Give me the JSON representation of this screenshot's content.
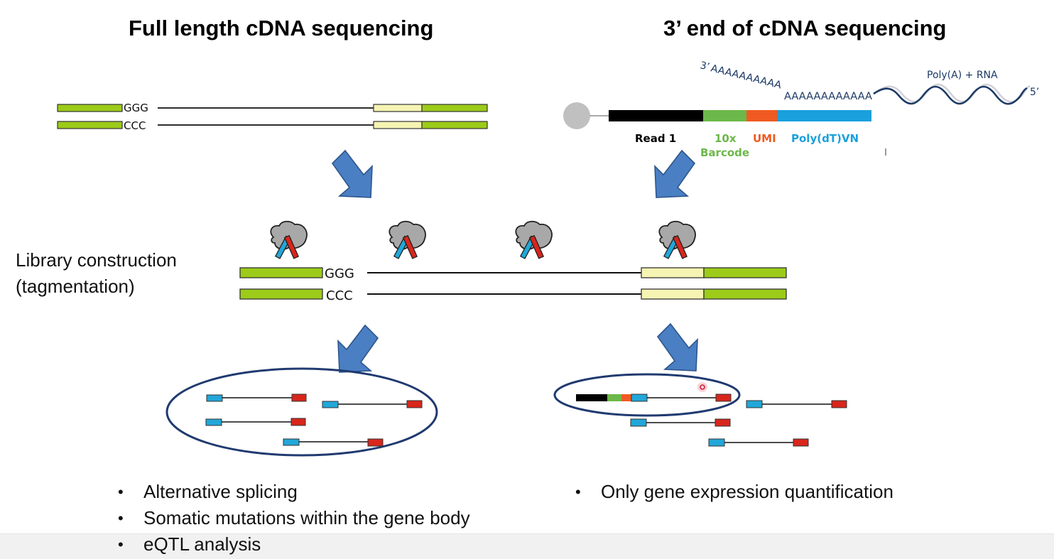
{
  "titles": {
    "left": "Full length cDNA sequencing",
    "right": "3’ end of cDNA sequencing"
  },
  "library_label": {
    "line1": "Library construction",
    "line2": "(tagmentation)"
  },
  "strand_labels": {
    "top": "GGG",
    "bottom": "CCC"
  },
  "bead_construct": {
    "polyA_tail_3prime": "3’",
    "polyA_curved": "AAAAAAAAAA",
    "polyA_straight": "AAAAAAAAAAAA",
    "rna_label": "Poly(A) + RNA",
    "five_prime": "5’",
    "segments": [
      {
        "name": "Read 1",
        "label_line1": "Read 1",
        "label_line2": "",
        "color": "#000000"
      },
      {
        "name": "10x Barcode",
        "label_line1": "10x",
        "label_line2": "Barcode",
        "color": "#6cb84a"
      },
      {
        "name": "UMI",
        "label_line1": "UMI",
        "label_line2": "",
        "color": "#f05a22"
      },
      {
        "name": "Poly(dT)VN",
        "label_line1": "Poly(dT)VN",
        "label_line2": "",
        "color": "#1aa0dc"
      }
    ],
    "bead_color": "#c0c0c0"
  },
  "colors": {
    "adapter_green": "#9ccb19",
    "utr_yellow": "#f6f4b3",
    "arrow_blue": "#4a7fc3",
    "arrow_outline": "#2e568c",
    "ellipse_navy": "#203a70",
    "fragment_blue": "#21a7d9",
    "fragment_red": "#d9261c",
    "rna_wave": "#1d3a66",
    "transposase_gray": "#a8a8a8"
  },
  "left_uses": [
    "Alternative splicing",
    "Somatic mutations within the gene body",
    "eQTL analysis"
  ],
  "right_uses": [
    "Only gene expression quantification"
  ],
  "bullet_glyph": "•"
}
